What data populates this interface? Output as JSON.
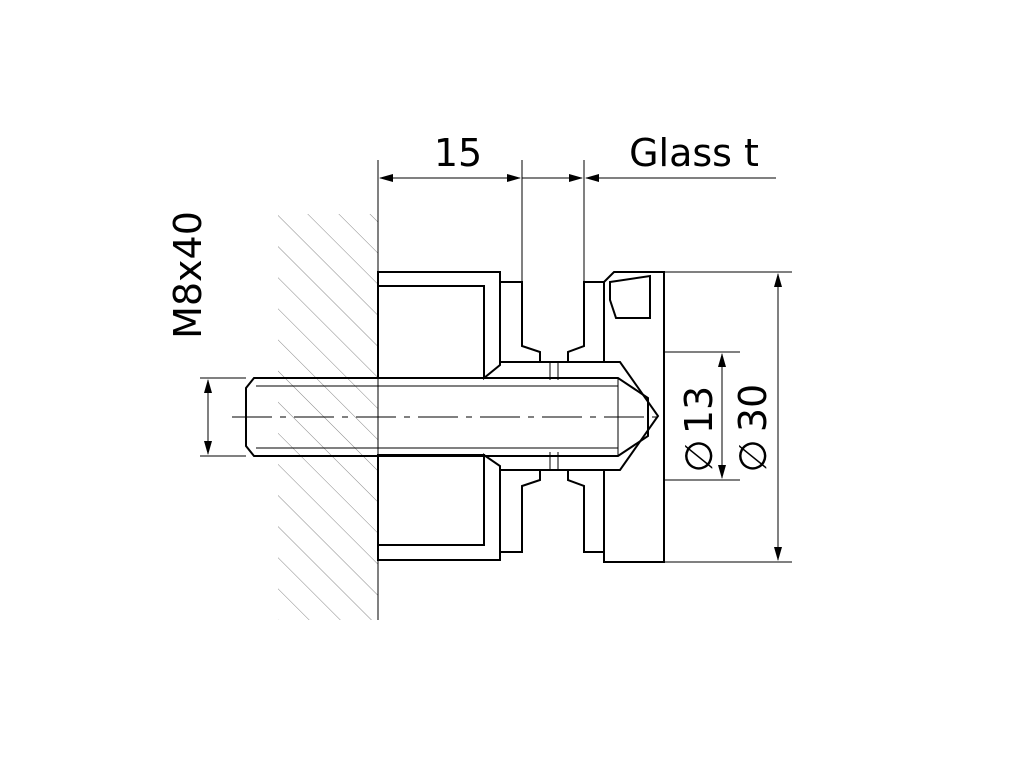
{
  "dimensions": {
    "thickness_offset": "15",
    "glass_thickness": "Glass t",
    "bolt_size": "M8x40",
    "inner_diameter": "13",
    "outer_diameter": "30",
    "diameter_symbol": "∅"
  }
}
